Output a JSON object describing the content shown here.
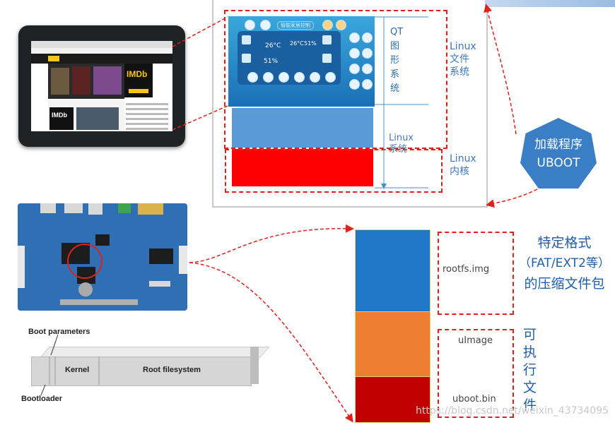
{
  "qt_screen": {
    "title": "智能家居控制",
    "temp_left": "26°C",
    "temp_right": "26°C",
    "humidity_left": "51%",
    "humidity_right": "51%"
  },
  "layers": {
    "qt_label": [
      "QT",
      "图",
      "形",
      "系",
      "统"
    ],
    "linux_sys_label": [
      "Linux",
      "系统"
    ],
    "linux_fs_label": [
      "Linux",
      "文件",
      "系统"
    ],
    "linux_kernel_label": [
      "Linux",
      "内核"
    ]
  },
  "loader": {
    "line1": "加载程序",
    "line2": "UBOOT"
  },
  "boot_diagram": {
    "boot_parameters": "Boot parameters",
    "kernel": "Kernel",
    "root_filesystem": "Root filesystem",
    "bootloader": "Bootloader"
  },
  "stack": {
    "rootfs": "rootfs.img",
    "uimage": "uImage",
    "uboot": "uboot.bin"
  },
  "notes": {
    "rootfs_desc": [
      "特定格式",
      "（FAT/EXT2等）",
      "的压缩文件包"
    ],
    "exec_desc": [
      "可",
      "执",
      "行",
      "文",
      "件"
    ]
  },
  "watermark": "https://blog.csdn.net/weixin_43734095",
  "colors": {
    "dash_red": "#e0201b",
    "hex_blue": "#3a7fc5",
    "rootfs_blue": "#1f77c8",
    "uimage_orange": "#ed7d31",
    "uboot_red": "#c00000"
  }
}
